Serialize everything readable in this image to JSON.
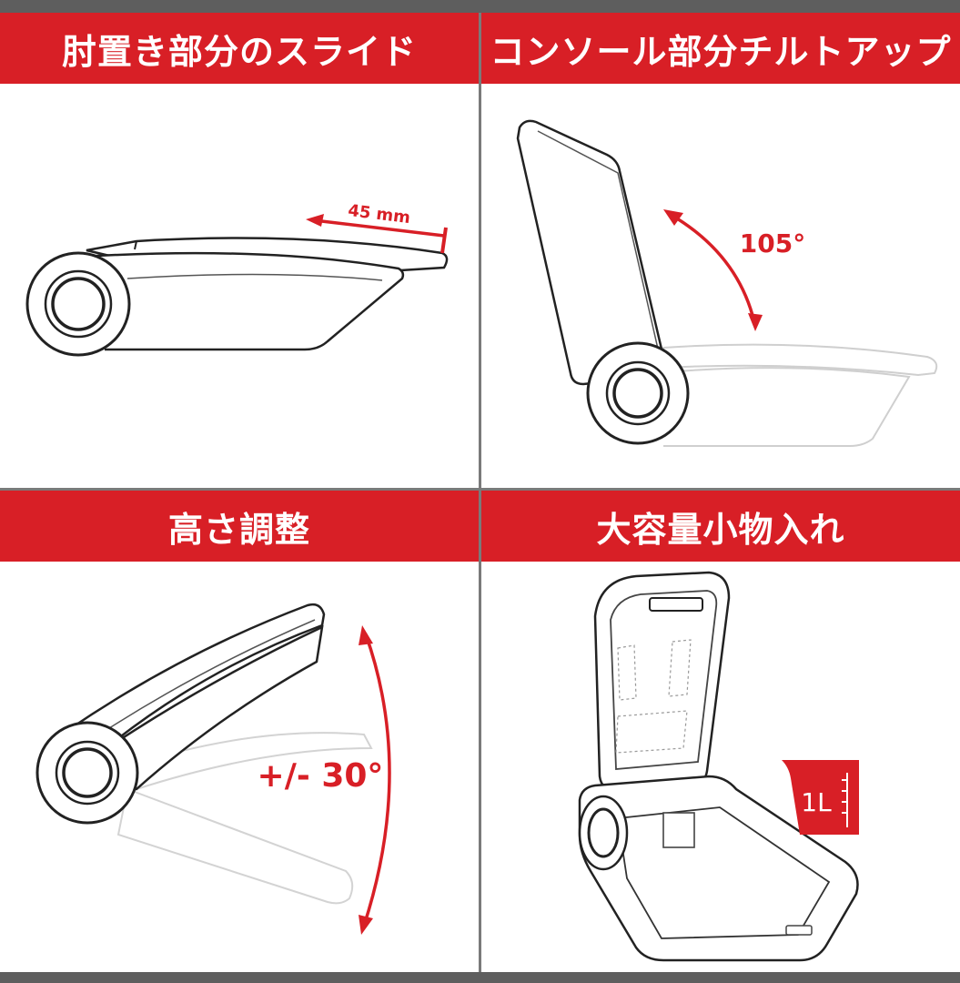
{
  "panels": {
    "slide": {
      "title": "肘置き部分のスライド",
      "measure": "45 mm"
    },
    "tilt": {
      "title": "コンソール部分チルトアップ",
      "angle": "105°"
    },
    "height": {
      "title": "高さ調整",
      "angle": "+/- 30°"
    },
    "storage": {
      "title": "大容量小物入れ",
      "capacity": "1L"
    }
  },
  "colors": {
    "accent": "#d81f26",
    "divider": "#7a7a7a",
    "bar": "#5e5e5e"
  }
}
